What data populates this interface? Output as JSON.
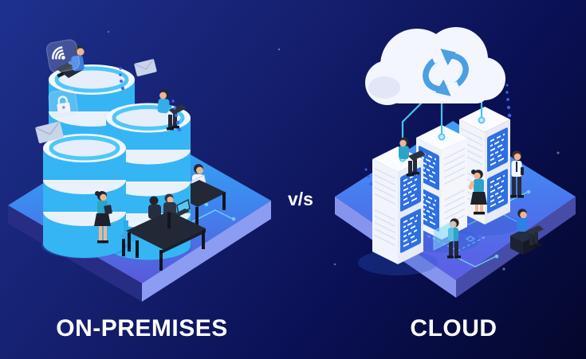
{
  "labels": {
    "on_premises": "ON-PREMISES",
    "cloud": "CLOUD",
    "versus": "v/s"
  },
  "icons": {
    "on_premises_side": [
      "wifi-icon",
      "lock-icon",
      "mail-icon",
      "mail-icon"
    ],
    "cloud_side": [
      "cloud-icon",
      "sync-icon"
    ]
  },
  "scene": {
    "left": {
      "objects": [
        "database-stack",
        "database-stack",
        "database-stack",
        "desk-workstation",
        "desk-workstation",
        "standing-worker",
        "seated-worker-with-laptop",
        "seated-worker-with-laptop"
      ]
    },
    "right": {
      "objects": [
        "cloud-with-sync",
        "server-tower",
        "server-tower",
        "server-tower",
        "seated-worker-on-server",
        "standing-worker",
        "standing-worker",
        "worker-with-dashboard",
        "seated-worker-on-cube"
      ]
    }
  },
  "colors": {
    "background_top_left": "#1e318e",
    "background_bottom_right": "#04072c",
    "platform_cyan": "#2eb2f4",
    "platform_blue": "#3e86ef",
    "platform_indigo": "#5b57d8",
    "platform_side_dark": "#272c84",
    "platform_side_light": "#8c9cf2",
    "database_blue": "#36b5f4",
    "database_cap_white": "#edf4fd",
    "server_panel_blue": "#2e6fe4",
    "cloud_white": "#f3f6fe",
    "sync_arrow_blue": "#4aa0e2",
    "circuit_cyan": "#6fd6f8",
    "text_white": "#ffffff"
  }
}
